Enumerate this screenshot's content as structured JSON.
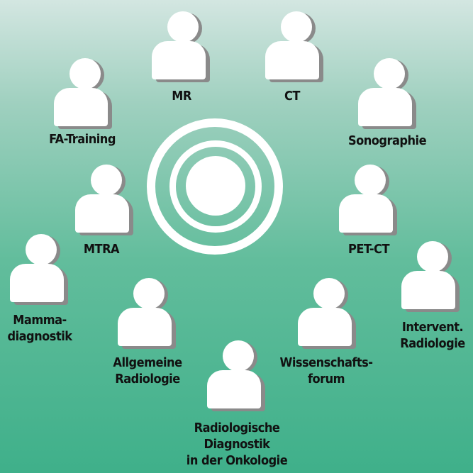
{
  "labels": {
    "mr": "MR",
    "ct": "CT",
    "fa_training": "FA-Training",
    "sonographie": "Sonographie",
    "mtra": "MTRA",
    "pet_ct": "PET-CT",
    "mamma": [
      "Mamma-",
      "diagnostik"
    ],
    "intervent": [
      "Intervent.",
      "Radiologie"
    ],
    "allgemeine": [
      "Allgemeine",
      "Radiologie"
    ],
    "wissenschaft": [
      "Wissenschafts-",
      "forum"
    ],
    "onkologie": [
      "Radiologische",
      "Diagnostik",
      "in der Onkologie"
    ]
  },
  "colors": {
    "gradient_top": "#d3e6e1",
    "gradient_bottom": "#3fb08a",
    "figure": "#ffffff",
    "shadow": "#8a8a8a",
    "text": "#111111"
  },
  "icons": {
    "center": "concentric-rings",
    "person": "person-icon"
  }
}
